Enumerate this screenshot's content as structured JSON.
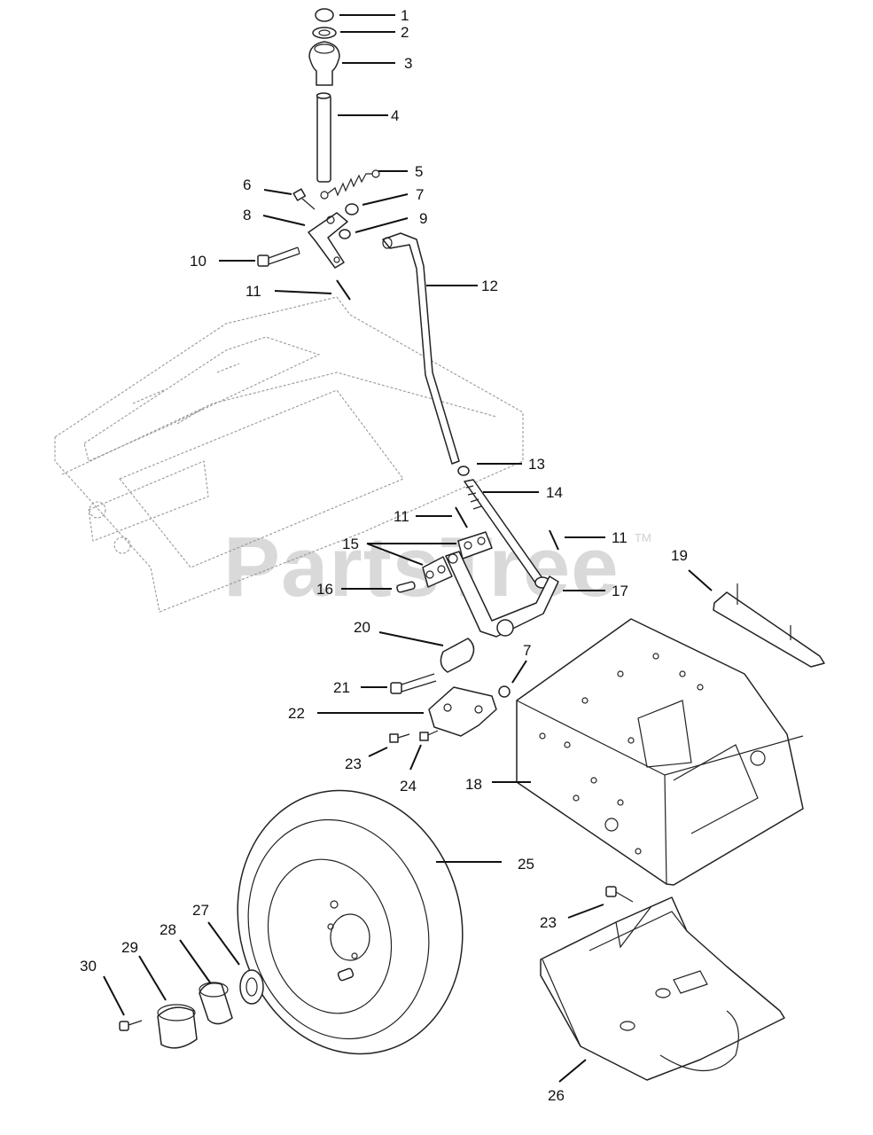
{
  "watermark": {
    "text": "PartsTree",
    "trademark": "TM"
  },
  "callouts": {
    "c1": "1",
    "c2": "2",
    "c3": "3",
    "c4": "4",
    "c5": "5",
    "c6": "6",
    "c7a": "7",
    "c7b": "7",
    "c8": "8",
    "c9": "9",
    "c10": "10",
    "c11a": "11",
    "c11b": "11",
    "c11c": "11",
    "c12": "12",
    "c13": "13",
    "c14": "14",
    "c15": "15",
    "c16": "16",
    "c17": "17",
    "c18": "18",
    "c19": "19",
    "c20": "20",
    "c21": "21",
    "c22": "22",
    "c23a": "23",
    "c23b": "23",
    "c24": "24",
    "c25": "25",
    "c26": "26",
    "c27": "27",
    "c28": "28",
    "c29": "29",
    "c30": "30"
  }
}
